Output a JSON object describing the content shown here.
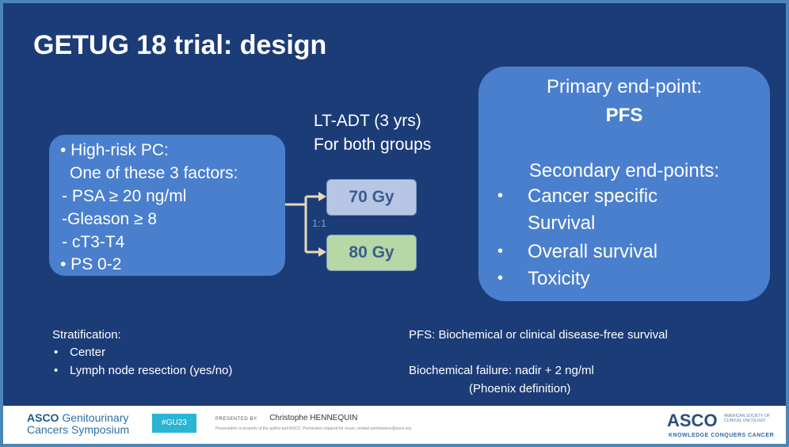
{
  "slide": {
    "title": "GETUG 18 trial: design",
    "left_box": {
      "lines": [
        "• High-risk PC:",
        "One of these 3 factors:",
        "- PSA ≥ 20 ng/ml",
        "-Gleason ≥ 8",
        "- cT3-T4",
        "• PS 0-2"
      ]
    },
    "adt": {
      "line1": "LT-ADT (3 yrs)",
      "line2": "For both groups"
    },
    "arms": {
      "arm1": "70 Gy",
      "arm2": "80 Gy",
      "ratio": "1:1"
    },
    "right_box": {
      "primary_label": "Primary end-point:",
      "primary_value": "PFS",
      "secondary_label": "Secondary end-points:",
      "secondary_items": [
        "Cancer specific",
        "Survival",
        "Overall survival",
        "Toxicity"
      ],
      "bullet": "•"
    },
    "stratification": {
      "title": "Stratification:",
      "items": [
        "Center",
        "Lymph node resection (yes/no)"
      ],
      "bullet": "•"
    },
    "definitions": {
      "pfs": "PFS: Biochemical or clinical disease-free survival",
      "failure": "Biochemical failure: nadir + 2 ng/ml",
      "phoenix": "(Phoenix definition)"
    }
  },
  "footer": {
    "asco_line1": "ASCO",
    "asco_line1b": "Genitourinary",
    "asco_line2": "Cancers Symposium",
    "tag": "#GU23",
    "presented_by": "PRESENTED BY:",
    "presenter": "Christophe HENNEQUIN",
    "disclaimer": "Presentation is property of the author and ASCO. Permission required for reuse; contact permissions@asco.org",
    "logo": "ASCO",
    "logo_small": "AMERICAN SOCIETY OF CLINICAL ONCOLOGY",
    "tagline": "KNOWLEDGE CONQUERS CANCER"
  },
  "colors": {
    "background": "#1c3c78",
    "box": "#4a7fce",
    "arm_70": "#b7c6e4",
    "arm_80": "#b6d7a6",
    "connector": "#e8d9b8"
  }
}
